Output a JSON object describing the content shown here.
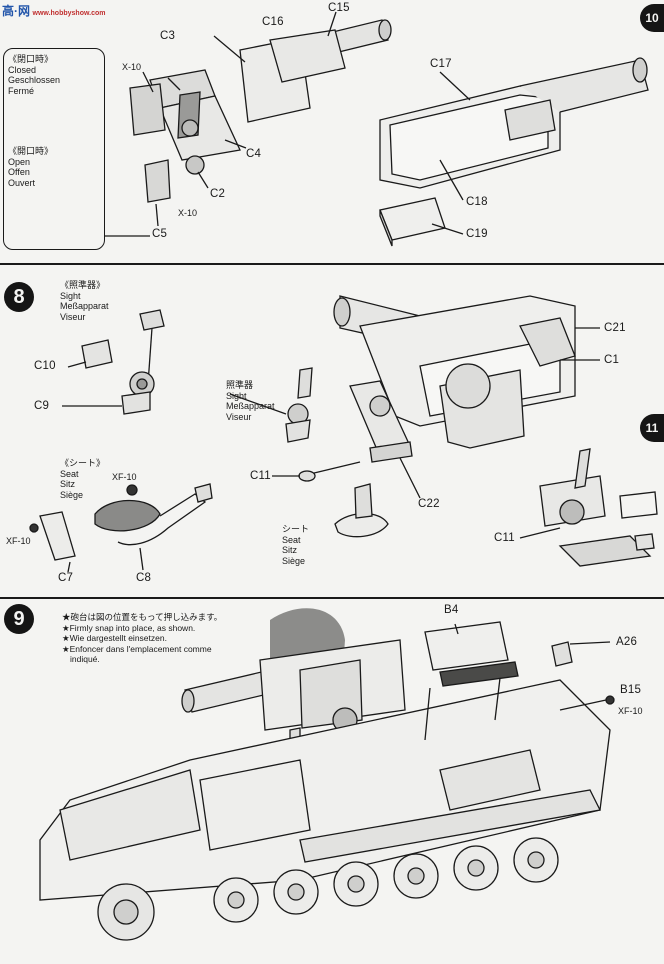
{
  "watermark": {
    "site": "高·网",
    "url": "www.hobbyshow.com"
  },
  "step7": {
    "parts": {
      "c15": "C15",
      "c16": "C16",
      "c3": "C3",
      "x10a": "X-10",
      "c4": "C4",
      "c2": "C2",
      "x10b": "X-10",
      "c5": "C5",
      "c17": "C17",
      "c18": "C18",
      "c19": "C19"
    },
    "closed": {
      "ja": "《閉口時》",
      "en": "Closed",
      "de": "Geschlossen",
      "fr": "Fermé"
    },
    "open": {
      "ja": "《開口時》",
      "en": "Open",
      "de": "Offen",
      "fr": "Ouvert"
    },
    "side_badge": "10"
  },
  "step8": {
    "number": "8",
    "sight": {
      "ja": "《照準器》",
      "en": "Sight",
      "de": "Meßapparat",
      "fr": "Viseur"
    },
    "sight2": {
      "ja": "照準器",
      "en": "Sight",
      "de": "Meßapparat",
      "fr": "Viseur"
    },
    "seat": {
      "ja": "《シート》",
      "en": "Seat",
      "de": "Sitz",
      "fr": "Siège"
    },
    "seat2": {
      "ja": "シート",
      "en": "Seat",
      "de": "Sitz",
      "fr": "Siège"
    },
    "parts": {
      "c10": "C10",
      "c9": "C9",
      "xf10a": "XF-10",
      "xf10b": "XF-10",
      "c7": "C7",
      "c8": "C8",
      "c11": "C11",
      "c22": "C22",
      "c21": "C21",
      "c1": "C1",
      "c11b": "C11"
    },
    "side_badge": "11"
  },
  "step9": {
    "number": "9",
    "notes": {
      "ja": "★砲台は図の位置をもって押し込みます。",
      "en": "★Firmly snap into place, as shown.",
      "de": "★Wie dargestellt einsetzen.",
      "fr1": "★Enfoncer dans l'emplacement comme",
      "fr2": "indiqué."
    },
    "parts": {
      "b4": "B4",
      "a26": "A26",
      "b15": "B15",
      "xf10": "XF-10"
    }
  }
}
